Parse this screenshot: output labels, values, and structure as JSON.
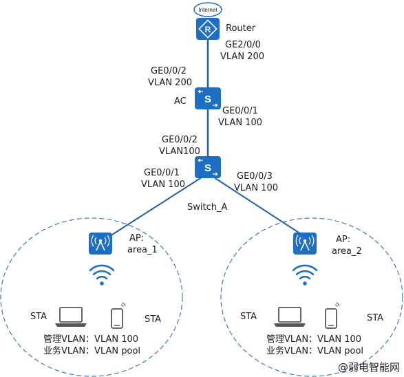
{
  "nodes": {
    "internet_label": "Internet",
    "router_label": "Router",
    "ac_label": "AC",
    "switch_label": "Switch_A",
    "ap1": {
      "line1": "AP:",
      "line2": "area_1"
    },
    "ap2": {
      "line1": "AP:",
      "line2": "area_2"
    }
  },
  "ports": {
    "router_port": "GE2/0/0",
    "router_vlan": "VLAN 200",
    "ac_up_port": "GE0/0/2",
    "ac_up_vlan": "VLAN 200",
    "ac_down_port": "GE0/0/1",
    "ac_down_vlan": "VLAN 100",
    "sw_up_port": "GE0/0/2",
    "sw_up_vlan": "VLAN100",
    "sw_left_port": "GE0/0/1",
    "sw_left_vlan": "VLAN 100",
    "sw_right_port": "GE0/0/3",
    "sw_right_vlan": "VLAN 100"
  },
  "areas": {
    "left": {
      "sta1": "STA",
      "sta2": "STA",
      "mgmt": "管理VLAN：VLAN 100",
      "service": "业务VLAN：VLAN pool"
    },
    "right": {
      "sta1": "STA",
      "sta2": "STA",
      "mgmt": "管理VLAN：VLAN 100",
      "service": "业务VLAN：VLAN pool"
    }
  },
  "watermark": "@弱电智能网",
  "colors": {
    "device": "#1e6fc4",
    "link": "#1d5fa8",
    "dash": "#3a78c0"
  }
}
